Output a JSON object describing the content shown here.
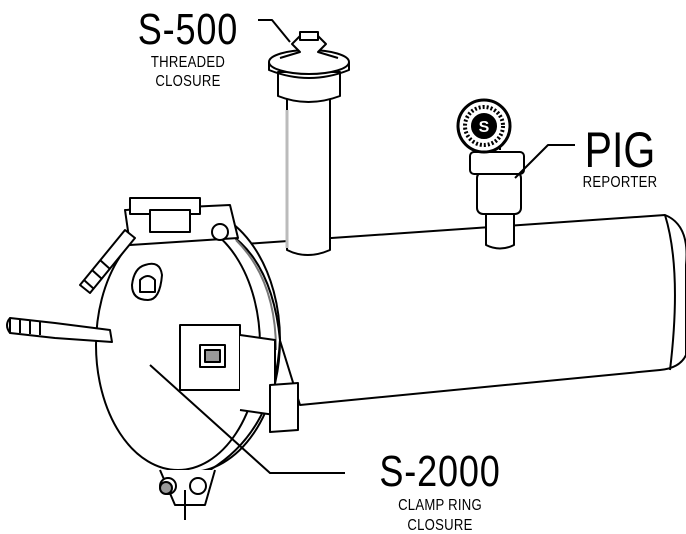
{
  "callouts": {
    "s500": {
      "model": "S-500",
      "line1": "THREADED",
      "line2": "CLOSURE"
    },
    "pig": {
      "model": "PIG",
      "line1": "REPORTER"
    },
    "s2000": {
      "model": "S-2000",
      "line1": "CLAMP RING",
      "line2": "CLOSURE"
    }
  },
  "reporter_badge": "S",
  "colors": {
    "line": "#000000",
    "fill": "#ffffff",
    "shade": "#cfcfcf"
  }
}
